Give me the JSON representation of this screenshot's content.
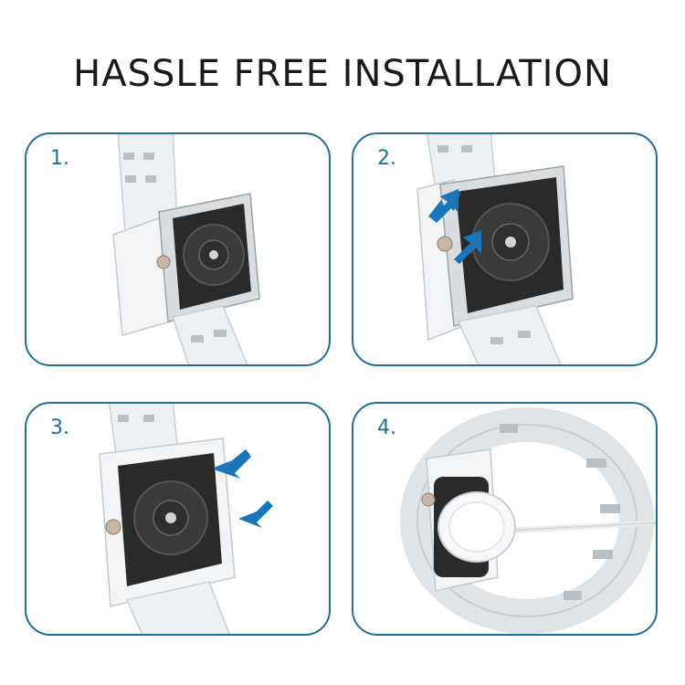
{
  "title": "HASSLE FREE INSTALLATION",
  "colors": {
    "accent": "#1f6e9c",
    "arrow": "#1a75b8",
    "watch_face": "#2a2a2a",
    "band": "#e4e8ea"
  },
  "steps": [
    {
      "number": "1."
    },
    {
      "number": "2."
    },
    {
      "number": "3."
    },
    {
      "number": "4."
    }
  ]
}
